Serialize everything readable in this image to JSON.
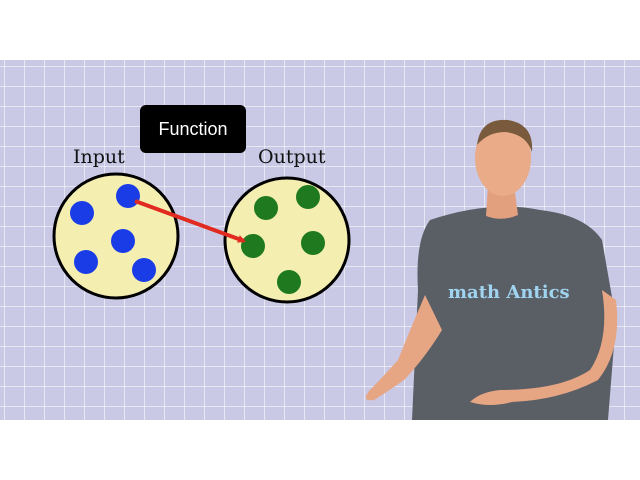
{
  "diagram": {
    "function_label": "Function",
    "input_label": "Input",
    "output_label": "Output",
    "input_dot_count": 5,
    "output_dot_count": 5,
    "colors": {
      "background": "#c9c9e6",
      "set_fill": "#f4eeb0",
      "input_dot": "#1a3ce6",
      "output_dot": "#1f7a1f",
      "arrow": "#e12b20",
      "function_box": "#000000"
    }
  },
  "presenter": {
    "shirt_logo": "math Antics"
  }
}
